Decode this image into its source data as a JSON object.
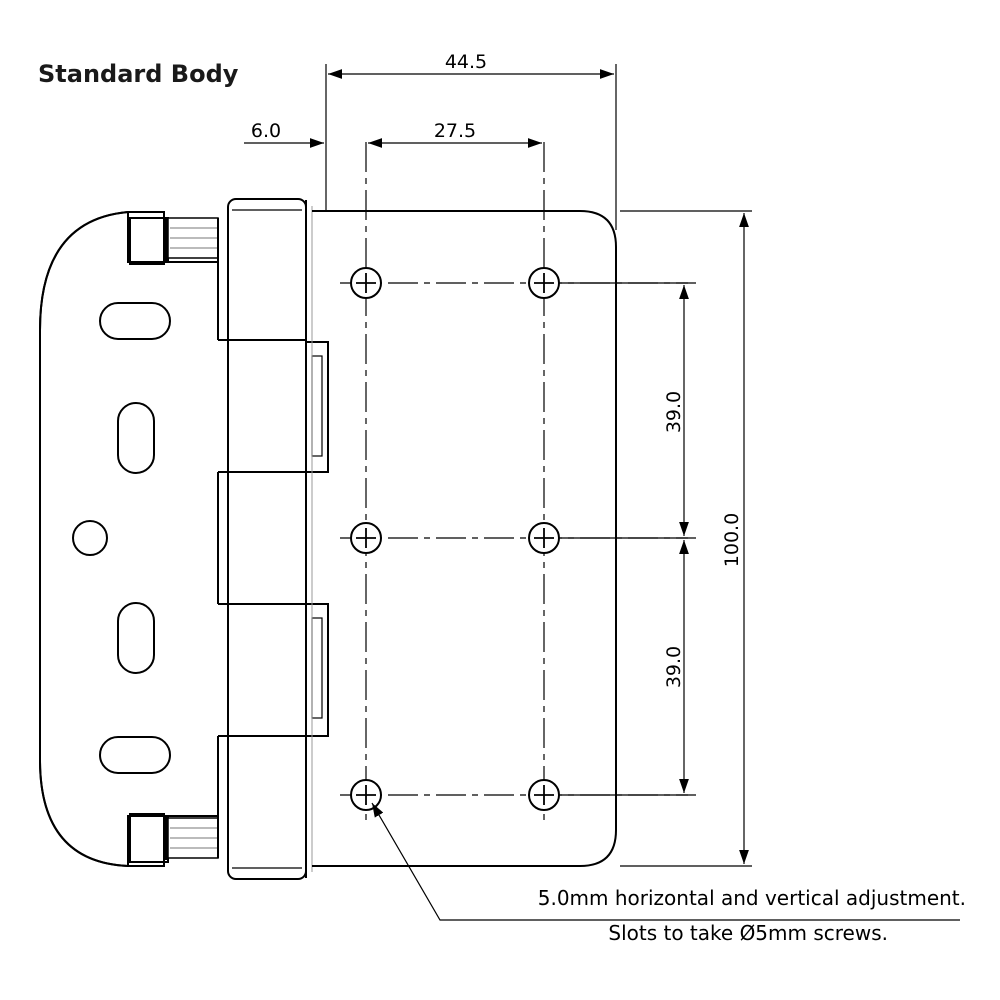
{
  "title": "Standard Body",
  "dimensions": {
    "overall_width": "44.5",
    "offset": "6.0",
    "hole_spacing_horizontal": "27.5",
    "hole_spacing_vertical_upper": "39.0",
    "hole_spacing_vertical_lower": "39.0",
    "overall_height": "100.0"
  },
  "note": {
    "line1": "5.0mm horizontal and vertical adjustment.",
    "line2": "Slots to take Ø5mm screws."
  }
}
